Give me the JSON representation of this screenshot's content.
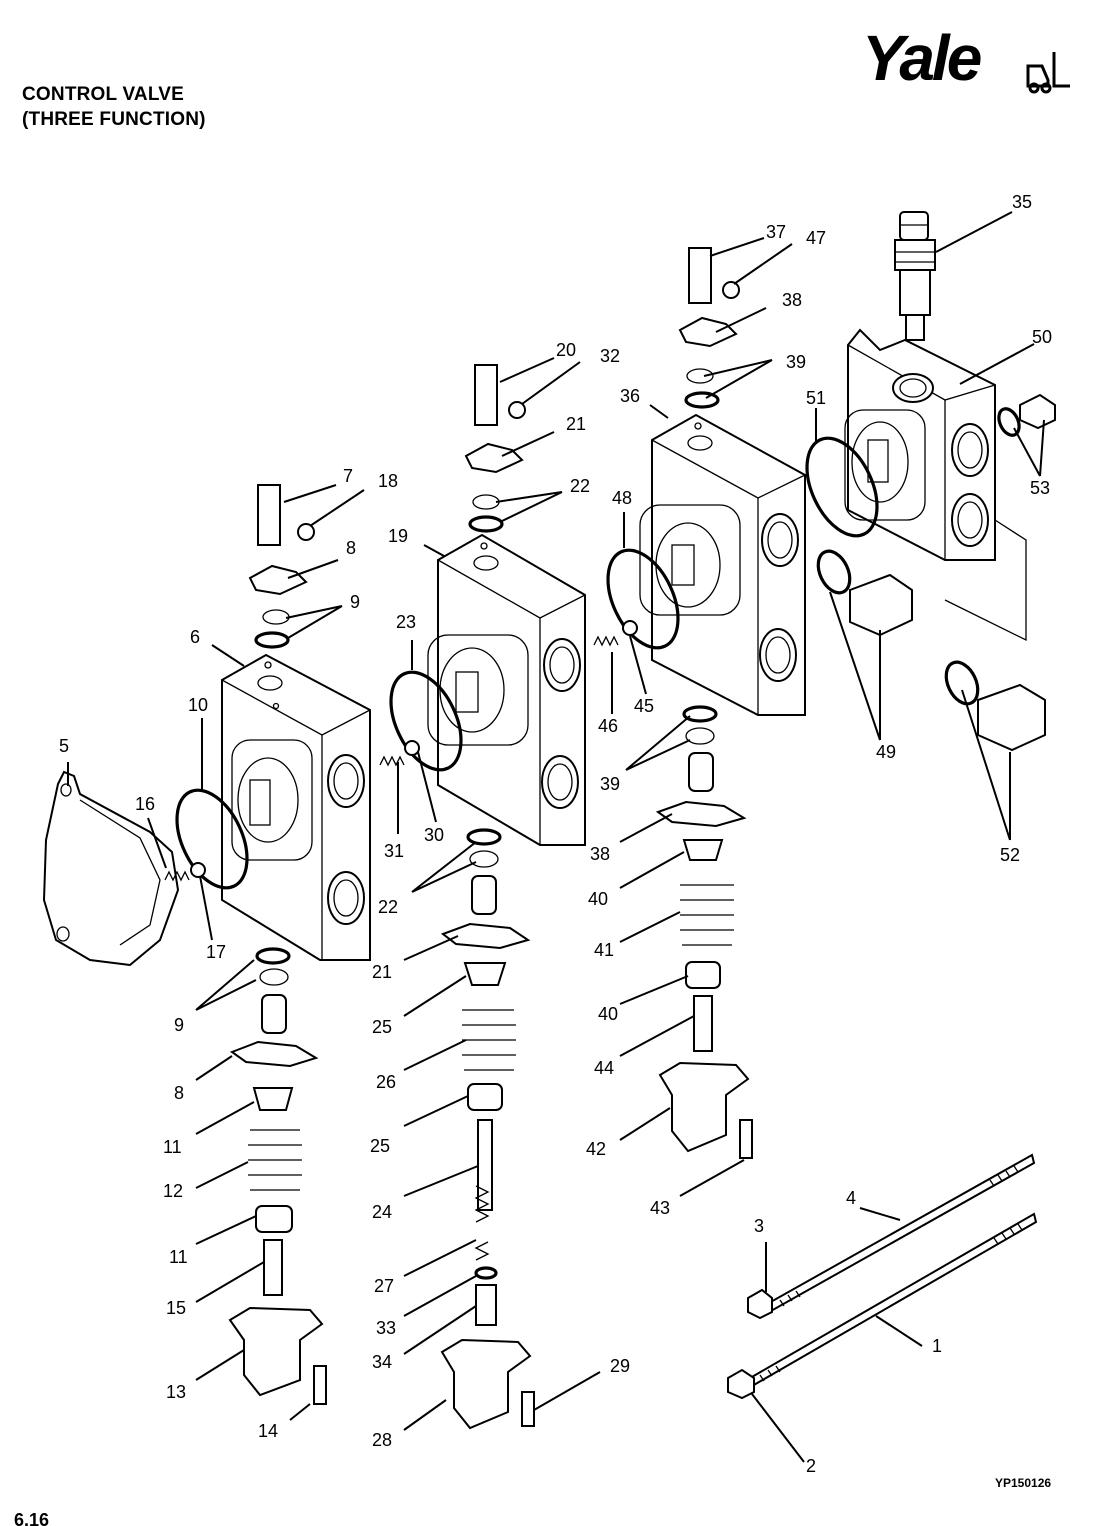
{
  "header": {
    "title_line1": "CONTROL VALVE",
    "title_line2": "(THREE FUNCTION)",
    "brand": "Yale"
  },
  "figure": {
    "code": "YP150126",
    "callouts": {
      "c1": "1",
      "c2": "2",
      "c3": "3",
      "c4": "4",
      "c5": "5",
      "c6": "6",
      "c7": "7",
      "c8a": "8",
      "c8b": "8",
      "c9a": "9",
      "c9b": "9",
      "c10": "10",
      "c11a": "11",
      "c11b": "11",
      "c12": "12",
      "c13": "13",
      "c14": "14",
      "c15": "15",
      "c16": "16",
      "c17": "17",
      "c18": "18",
      "c19": "19",
      "c20": "20",
      "c21a": "21",
      "c21b": "21",
      "c22a": "22",
      "c22b": "22",
      "c23": "23",
      "c24": "24",
      "c25a": "25",
      "c25b": "25",
      "c26": "26",
      "c27": "27",
      "c28": "28",
      "c29": "29",
      "c30": "30",
      "c31": "31",
      "c32": "32",
      "c33": "33",
      "c34": "34",
      "c35": "35",
      "c36": "36",
      "c37": "37",
      "c38a": "38",
      "c38b": "38",
      "c39a": "39",
      "c39b": "39",
      "c40a": "40",
      "c40b": "40",
      "c41": "41",
      "c42": "42",
      "c43": "43",
      "c44": "44",
      "c45": "45",
      "c46": "46",
      "c47": "47",
      "c48": "48",
      "c49": "49",
      "c50": "50",
      "c51": "51",
      "c52": "52",
      "c53": "53"
    }
  },
  "footer": {
    "page_number": "6.16"
  }
}
